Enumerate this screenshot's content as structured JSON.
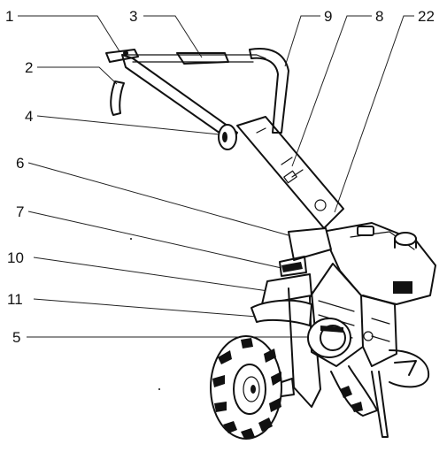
{
  "labels": {
    "l1": "1",
    "l2": "2",
    "l3": "3",
    "l4": "4",
    "l5": "5",
    "l6": "6",
    "l7": "7",
    "l8": "8",
    "l9": "9",
    "l10": "10",
    "l11": "11",
    "l22": "22"
  }
}
